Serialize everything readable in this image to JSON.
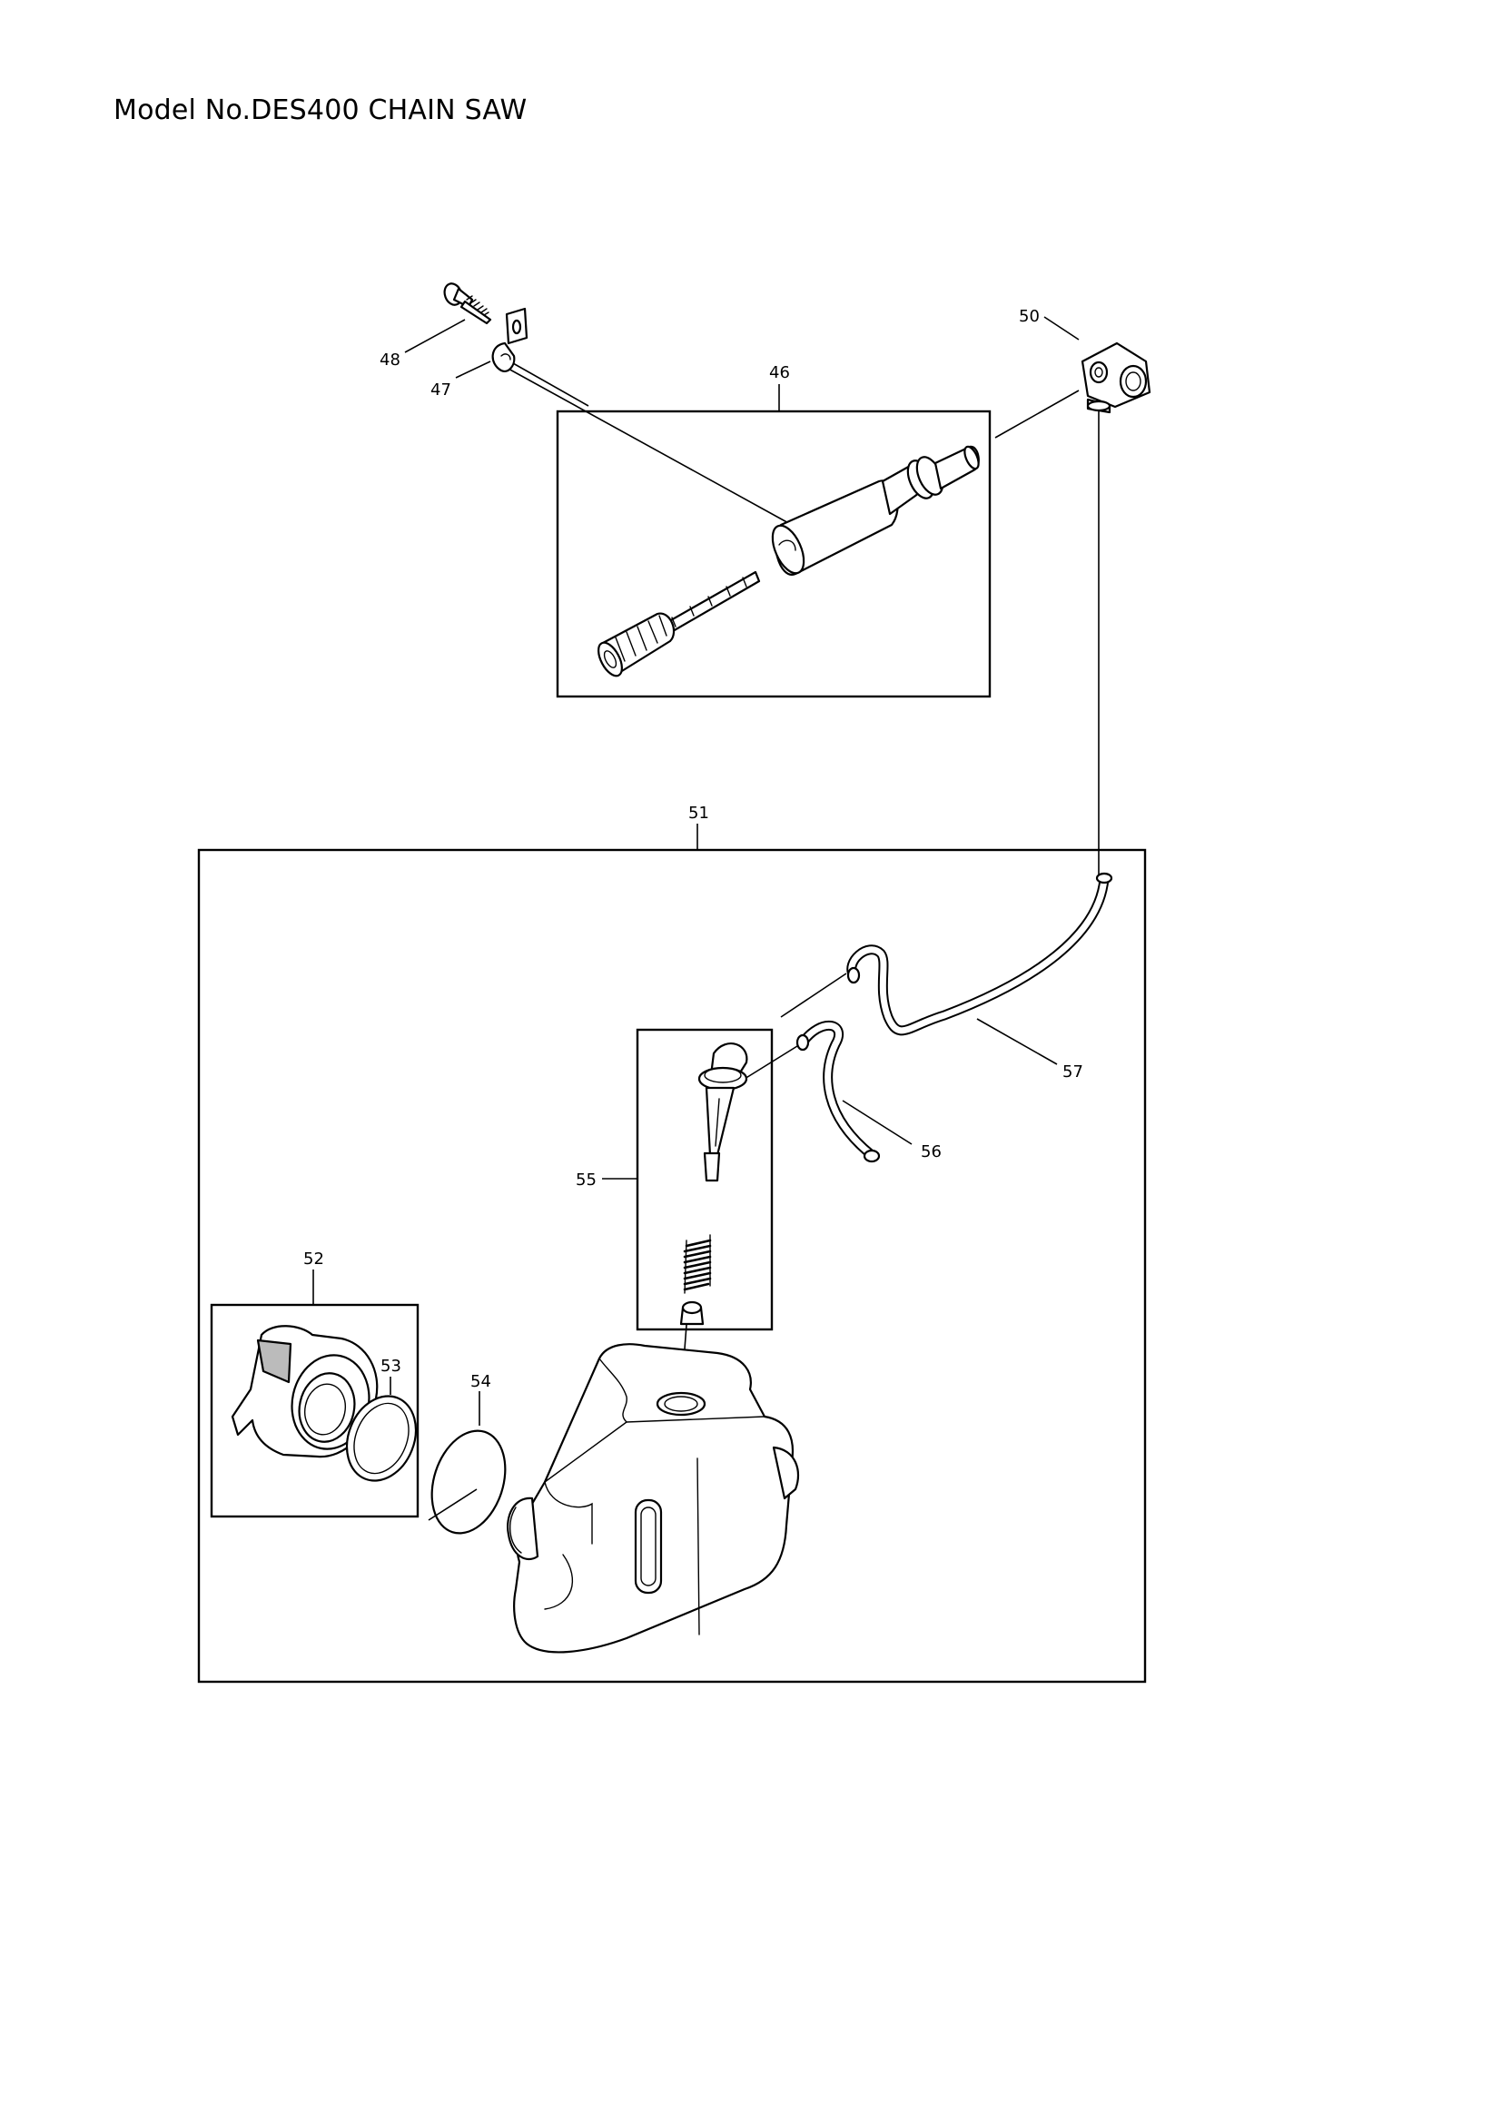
{
  "page": {
    "title": "Model No.DES400 CHAIN SAW"
  },
  "callouts": {
    "c46": "46",
    "c47": "47",
    "c48": "48",
    "c50": "50",
    "c51": "51",
    "c52": "52",
    "c53": "53",
    "c54": "54",
    "c55": "55",
    "c56": "56",
    "c57": "57"
  }
}
